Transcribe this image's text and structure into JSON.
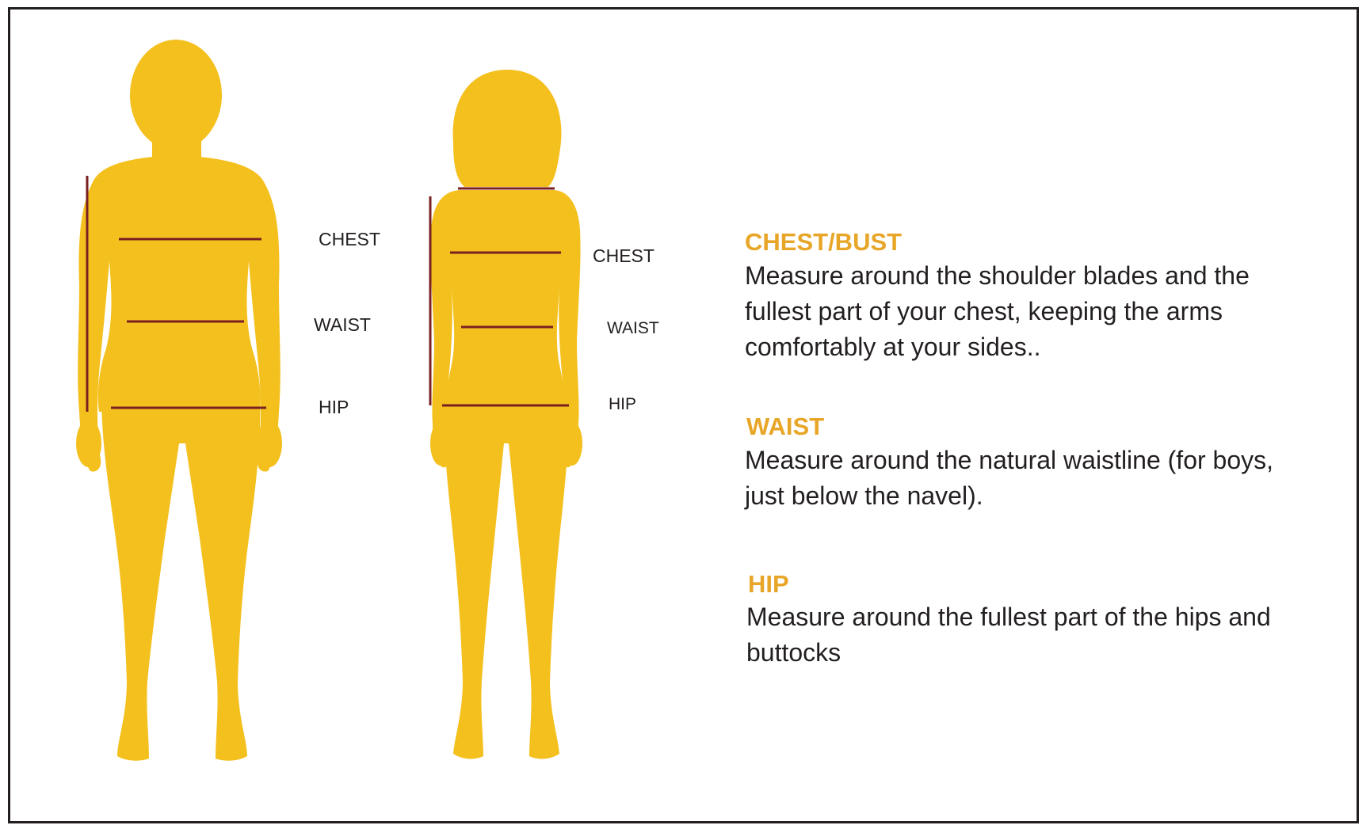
{
  "colors": {
    "silhouette": "#f4c01e",
    "measure_line": "#7a1f22",
    "heading": "#e8a628",
    "text": "#231f20",
    "border": "#231f20"
  },
  "figures": {
    "male": {
      "labels": {
        "chest": "CHEST",
        "waist": "WAIST",
        "hip": "HIP"
      }
    },
    "female": {
      "labels": {
        "chest": "CHEST",
        "waist": "WAIST",
        "hip": "HIP"
      }
    }
  },
  "sections": [
    {
      "title": "CHEST/BUST",
      "body": "Measure around the shoulder blades and the fullest part of your chest, keeping the arms comfortably at your sides.."
    },
    {
      "title": "WAIST",
      "body": "Measure around the natural waistline (for boys, just below the navel)."
    },
    {
      "title": "HIP",
      "body": "Measure around the fullest part of the hips and buttocks"
    }
  ]
}
